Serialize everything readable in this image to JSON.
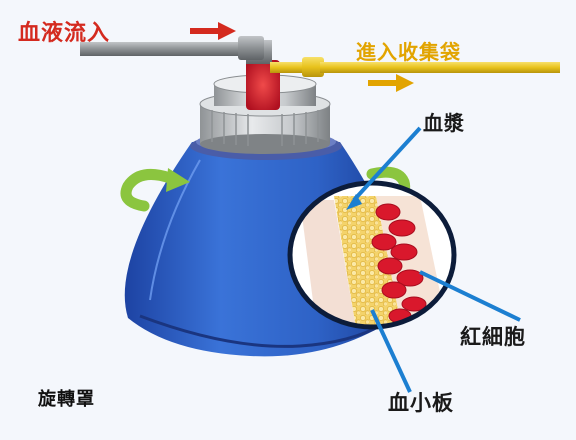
{
  "labels": {
    "blood_inflow": "血液流入",
    "to_collection_bag": "進入收集袋",
    "plasma": "血漿",
    "red_blood_cells": "紅細胞",
    "platelets": "血小板",
    "rotating_bowl": "旋轉罩"
  },
  "colors": {
    "background": "#f4f7fc",
    "bowl_blue": "#2f63c9",
    "inflow_text": "#d42a1f",
    "outflow_text": "#e2a400",
    "callout_blue": "#1c7fd1",
    "dark_text": "#111111",
    "rotation_arrow": "#8bc53f",
    "red_cells": "#d9182c",
    "plasma_tint": "#f3dfd4",
    "platelet_yellow": "#f2c94c"
  },
  "icons": [
    "inflow-arrow",
    "outflow-arrow",
    "rotation-arrow-left",
    "rotation-arrow-right"
  ]
}
